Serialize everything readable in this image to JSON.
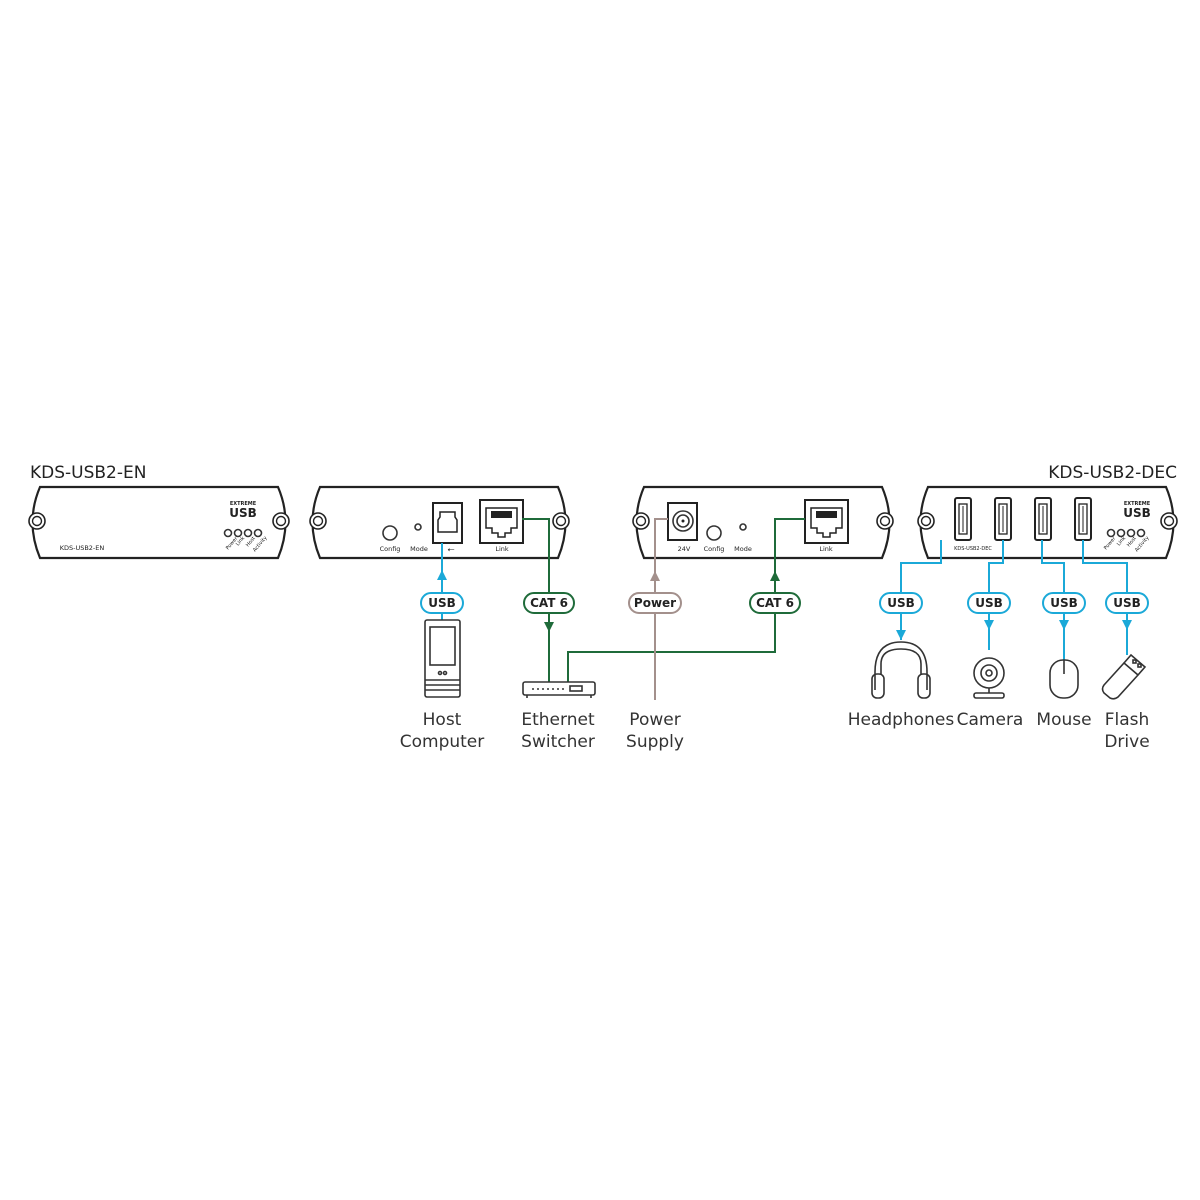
{
  "devices": {
    "encoder": {
      "title": "KDS-USB2-EN",
      "front_label": "KDS-USB2-EN",
      "logo_top": "EXTREME",
      "logo_main": "USB",
      "leds": [
        "Power",
        "Link",
        "Host",
        "Activity"
      ],
      "rear_labels": {
        "config": "Config",
        "mode": "Mode",
        "link": "Link"
      }
    },
    "decoder": {
      "title": "KDS-USB2-DEC",
      "front_label": "KDS-USB2-DEC",
      "logo_top": "EXTREME",
      "logo_main": "USB",
      "leds": [
        "Power",
        "Link",
        "Host",
        "Activity"
      ],
      "rear_labels": {
        "power": "24V",
        "config": "Config",
        "mode": "Mode",
        "link": "Link"
      }
    }
  },
  "connections": {
    "usb_host": "USB",
    "cat6_encoder": "CAT 6",
    "power": "Power",
    "cat6_decoder": "CAT 6",
    "usb_headphones": "USB",
    "usb_camera": "USB",
    "usb_mouse": "USB",
    "usb_flash": "USB"
  },
  "peripherals": {
    "host": [
      "Host",
      "Computer"
    ],
    "switch": [
      "Ethernet",
      "Switcher"
    ],
    "power": [
      "Power",
      "Supply"
    ],
    "headphones": [
      "Headphones"
    ],
    "camera": [
      "Camera"
    ],
    "mouse": [
      "Mouse"
    ],
    "flash": [
      "Flash",
      "Drive"
    ]
  },
  "colors": {
    "usb": "#1ba9d8",
    "cat6": "#1f6b3a",
    "power": "#a3908c",
    "outline": "#222222"
  }
}
